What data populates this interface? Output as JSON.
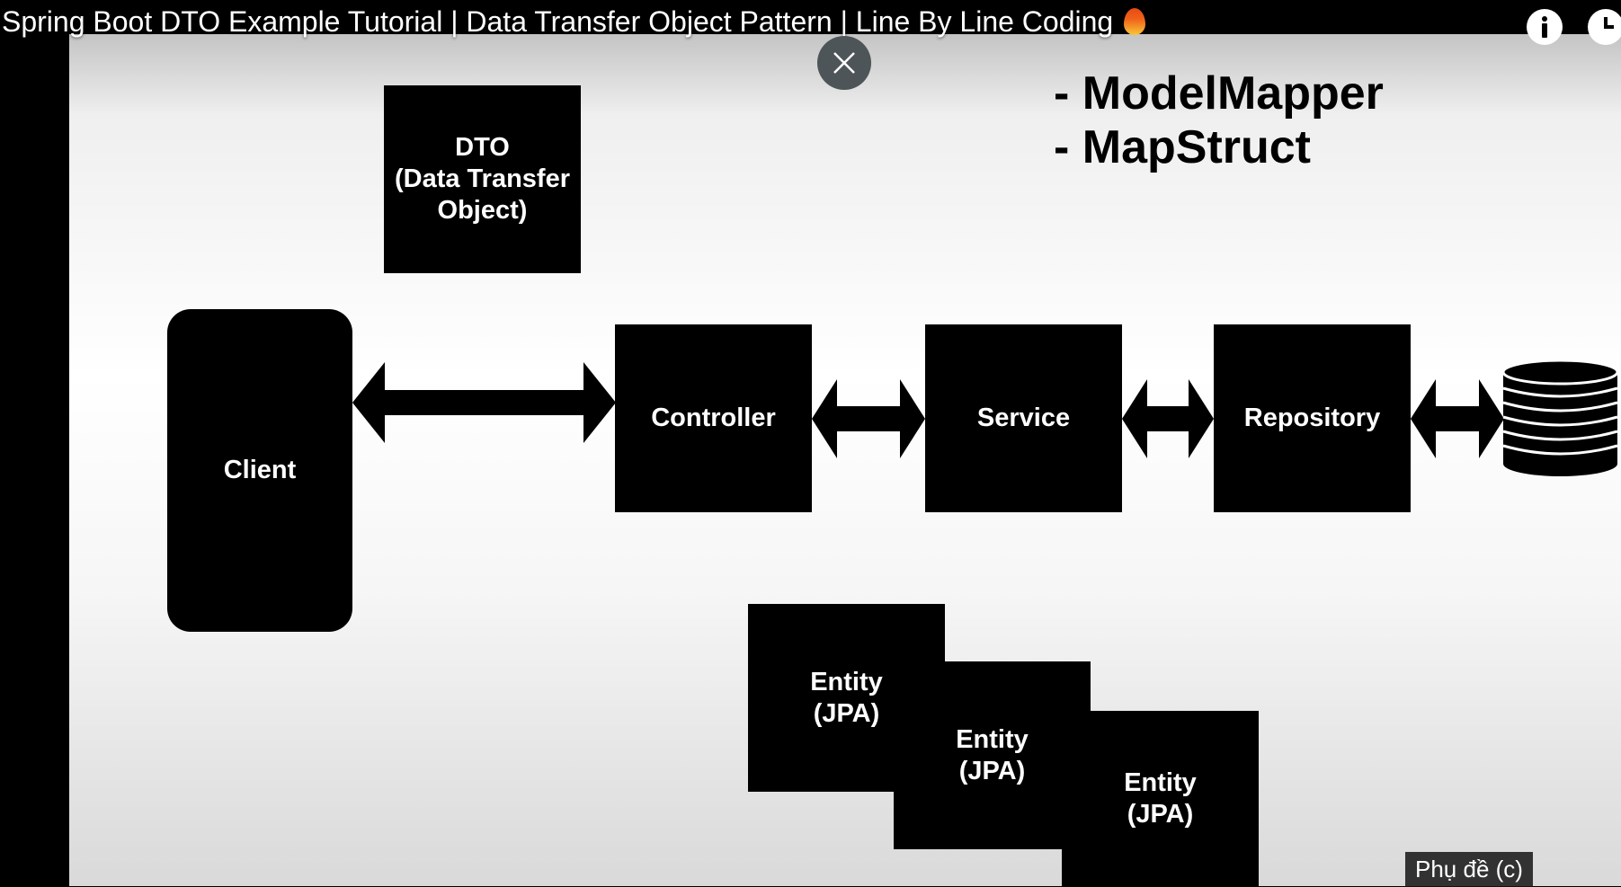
{
  "video": {
    "title": "Spring Boot DTO Example Tutorial | Data Transfer Object Pattern | Line By Line Coding",
    "title_emoji_icon": "fire-icon",
    "info_icon": "info-icon",
    "watch_later_icon": "clock-icon",
    "close_icon": "close-icon",
    "subtitles_label": "Phụ đề (c)"
  },
  "slide": {
    "dto_box": [
      "DTO",
      "(Data Transfer",
      "Object)"
    ],
    "mapper_list": [
      "- ModelMapper",
      "- MapStruct"
    ],
    "client_label": "Client",
    "controller_label": "Controller",
    "service_label": "Service",
    "repository_label": "Repository",
    "database_icon": "database-icon",
    "entities": [
      {
        "line1": "Entity",
        "line2": "(JPA)"
      },
      {
        "line1": "Entity",
        "line2": "(JPA)"
      },
      {
        "line1": "Entity",
        "line2": "(JPA)"
      }
    ]
  },
  "colors": {
    "box": "#000000",
    "slide_bg": "#ffffff",
    "close_button": "#4e5559"
  }
}
